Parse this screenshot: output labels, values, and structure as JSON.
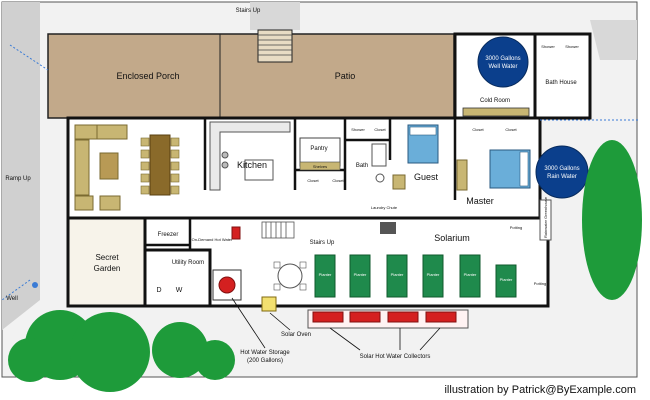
{
  "rooms": {
    "enclosed_porch": "Enclosed Porch",
    "patio": "Patio",
    "stairs_up_top": "Stairs Up",
    "ramp_up": "Ramp Up",
    "well": "Well",
    "kitchen": "Kitchen",
    "pantry": "Pantry",
    "shelves": "Shelves",
    "closet": "Closet",
    "closet_2": "Closet",
    "closet_3": "Closet",
    "closet_4": "Closet",
    "closet_5": "Closet",
    "shower": "Shower",
    "shower_2": "Shower",
    "shower_3": "Shower",
    "bath": "Bath",
    "guest": "Guest",
    "master": "Master",
    "laundry_chute": "Laundry Chute",
    "freezer": "Freezer",
    "on_demand_hot_water": "On-Demand Hot Water",
    "stairs_up_mid": "Stairs Up",
    "solarium": "Solarium",
    "potting": "Potting",
    "potting_2": "Potting",
    "secret_garden": "Secret Garden",
    "utility_room": "Utility Room",
    "washer": "D",
    "dryer": "W",
    "cold_room": "Cold Room",
    "bath_house": "Bath House",
    "planters": [
      "Planter",
      "Planter",
      "Planter",
      "Planter",
      "Planter",
      "Planter"
    ],
    "rainwater_greenhouse": "Rainwater Greenhouse"
  },
  "tanks": {
    "well_water": "3000 Gallons Well Water",
    "rain_water": "3000 Gallons Rain Water"
  },
  "callouts": {
    "solar_oven": "Solar Oven",
    "hot_water_storage": "Hot Water Storage (200 Gallons)",
    "solar_collectors": "Solar Hot Water Collectors"
  },
  "credit": "illustration by Patrick@ByExample.com",
  "colors": {
    "porch": "#c2a98a",
    "floor": "#ffffff",
    "wall": "#111111",
    "tank": "#0b3f8c",
    "bed": "#6aaed9",
    "furniture": "#c8b673",
    "planter": "#1f8a4c",
    "tree": "#1e9b3a",
    "collector": "#d42020",
    "ground": "#d8d8d8"
  }
}
